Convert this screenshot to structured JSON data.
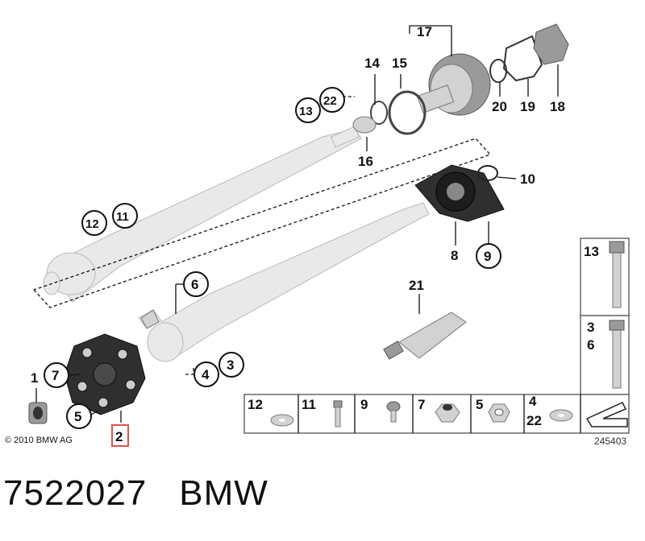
{
  "diagram": {
    "callouts": {
      "c1": "1",
      "c2": "2",
      "c3": "3",
      "c4": "4",
      "c5": "5",
      "c6": "6",
      "c7": "7",
      "c8": "8",
      "c9": "9",
      "c10": "10",
      "c11": "11",
      "c12": "12",
      "c13": "13",
      "c14": "14",
      "c15": "15",
      "c16": "16",
      "c17": "17",
      "c18": "18",
      "c19": "19",
      "c20": "20",
      "c21": "21",
      "c22": "22"
    },
    "highlighted_callout": "2",
    "highlight_color": "#d9534f",
    "legend_strip": [
      "12",
      "11",
      "9",
      "7",
      "5",
      "4",
      "22"
    ],
    "bolt_panel": {
      "top": "13",
      "bottom_a": "3",
      "bottom_b": "6"
    },
    "copyright": "© 2010 BMW AG",
    "reference_number": "245403"
  },
  "caption": {
    "part_number": "7522027",
    "brand": "BMW"
  }
}
